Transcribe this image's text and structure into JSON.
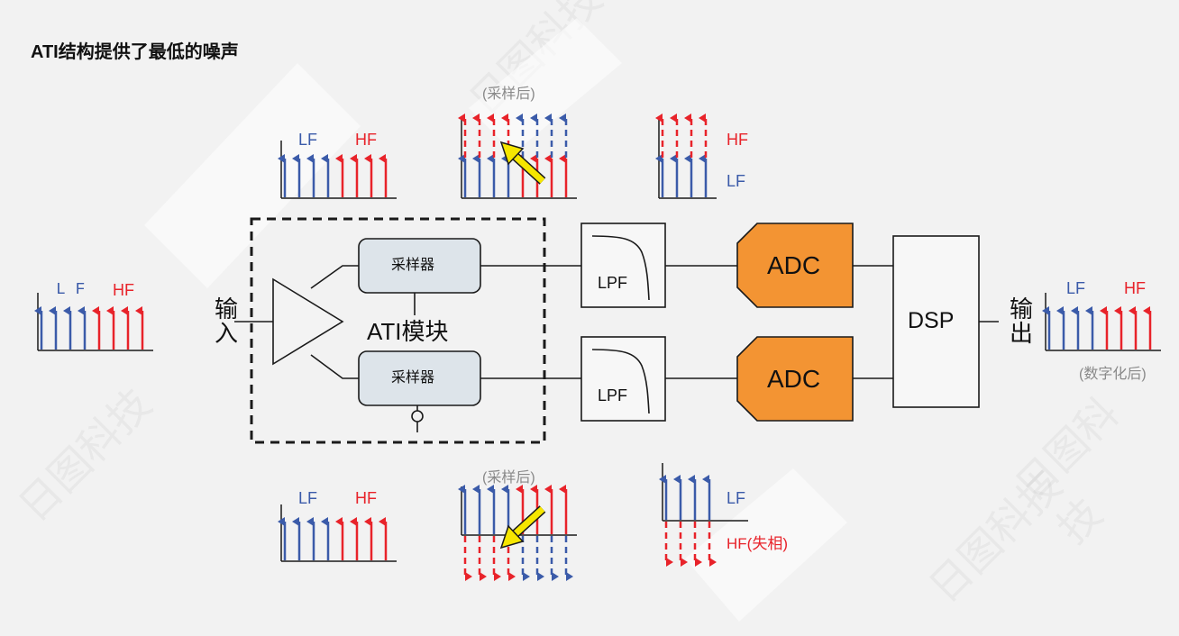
{
  "title": "ATI结构提供了最低的噪声",
  "colors": {
    "lf": "#3b5ba9",
    "hf": "#e8232a",
    "adc": "#f39433",
    "pointer": "#f6e600",
    "box": "#dde4ea"
  },
  "labels": {
    "input": "输入",
    "output": "输出",
    "ati_module": "ATI模块",
    "sampler_top": "采样器",
    "sampler_bottom": "采样器",
    "lpf_top": "LPF",
    "lpf_bottom": "LPF",
    "adc_top": "ADC",
    "adc_bottom": "ADC",
    "dsp": "DSP"
  },
  "spectra": {
    "input": {
      "lf": "L F",
      "hf": "HF"
    },
    "top_pre": {
      "lf": "LF",
      "hf": "HF"
    },
    "top_sampled": {
      "note": "(采样后)"
    },
    "top_filtered": {
      "hf": "HF",
      "lf": "LF"
    },
    "bottom_pre": {
      "lf": "LF",
      "hf": "HF"
    },
    "bottom_sampled": {
      "note": "(采样后)"
    },
    "bottom_filtered": {
      "lf": "LF",
      "hf": "HF(失相)"
    },
    "output": {
      "lf": "LF",
      "hf": "HF",
      "note": "(数字化后)"
    }
  },
  "watermark": [
    "日图科技",
    "日图科技",
    "日图科技",
    "日图科技"
  ]
}
